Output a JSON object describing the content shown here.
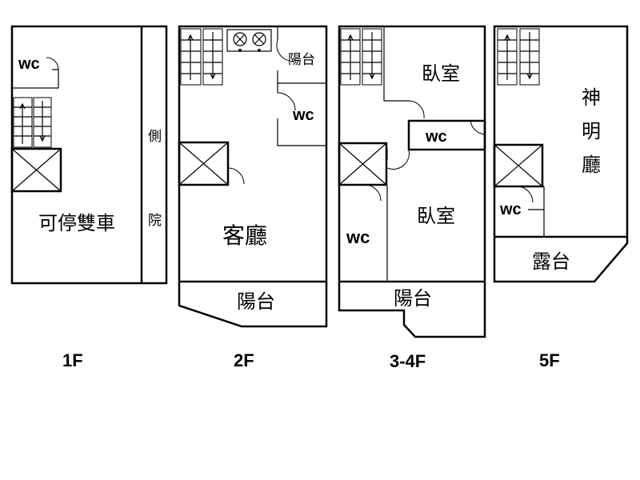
{
  "floors": [
    {
      "label": "1F",
      "rooms": {
        "parking": "可停雙車",
        "side_yard_1": "側",
        "side_yard_2": "院",
        "wc": "wc"
      }
    },
    {
      "label": "2F",
      "rooms": {
        "balcony_top": "陽台",
        "wc": "wc",
        "living": "客廳",
        "balcony": "陽台"
      }
    },
    {
      "label": "3-4F",
      "rooms": {
        "bedroom_1": "臥室",
        "wc_1": "wc",
        "bedroom_2": "臥室",
        "wc_2": "wc",
        "balcony": "陽台"
      }
    },
    {
      "label": "5F",
      "rooms": {
        "shrine_1": "神",
        "shrine_2": "明",
        "shrine_3": "廳",
        "wc": "wc",
        "terrace": "露台"
      }
    }
  ]
}
